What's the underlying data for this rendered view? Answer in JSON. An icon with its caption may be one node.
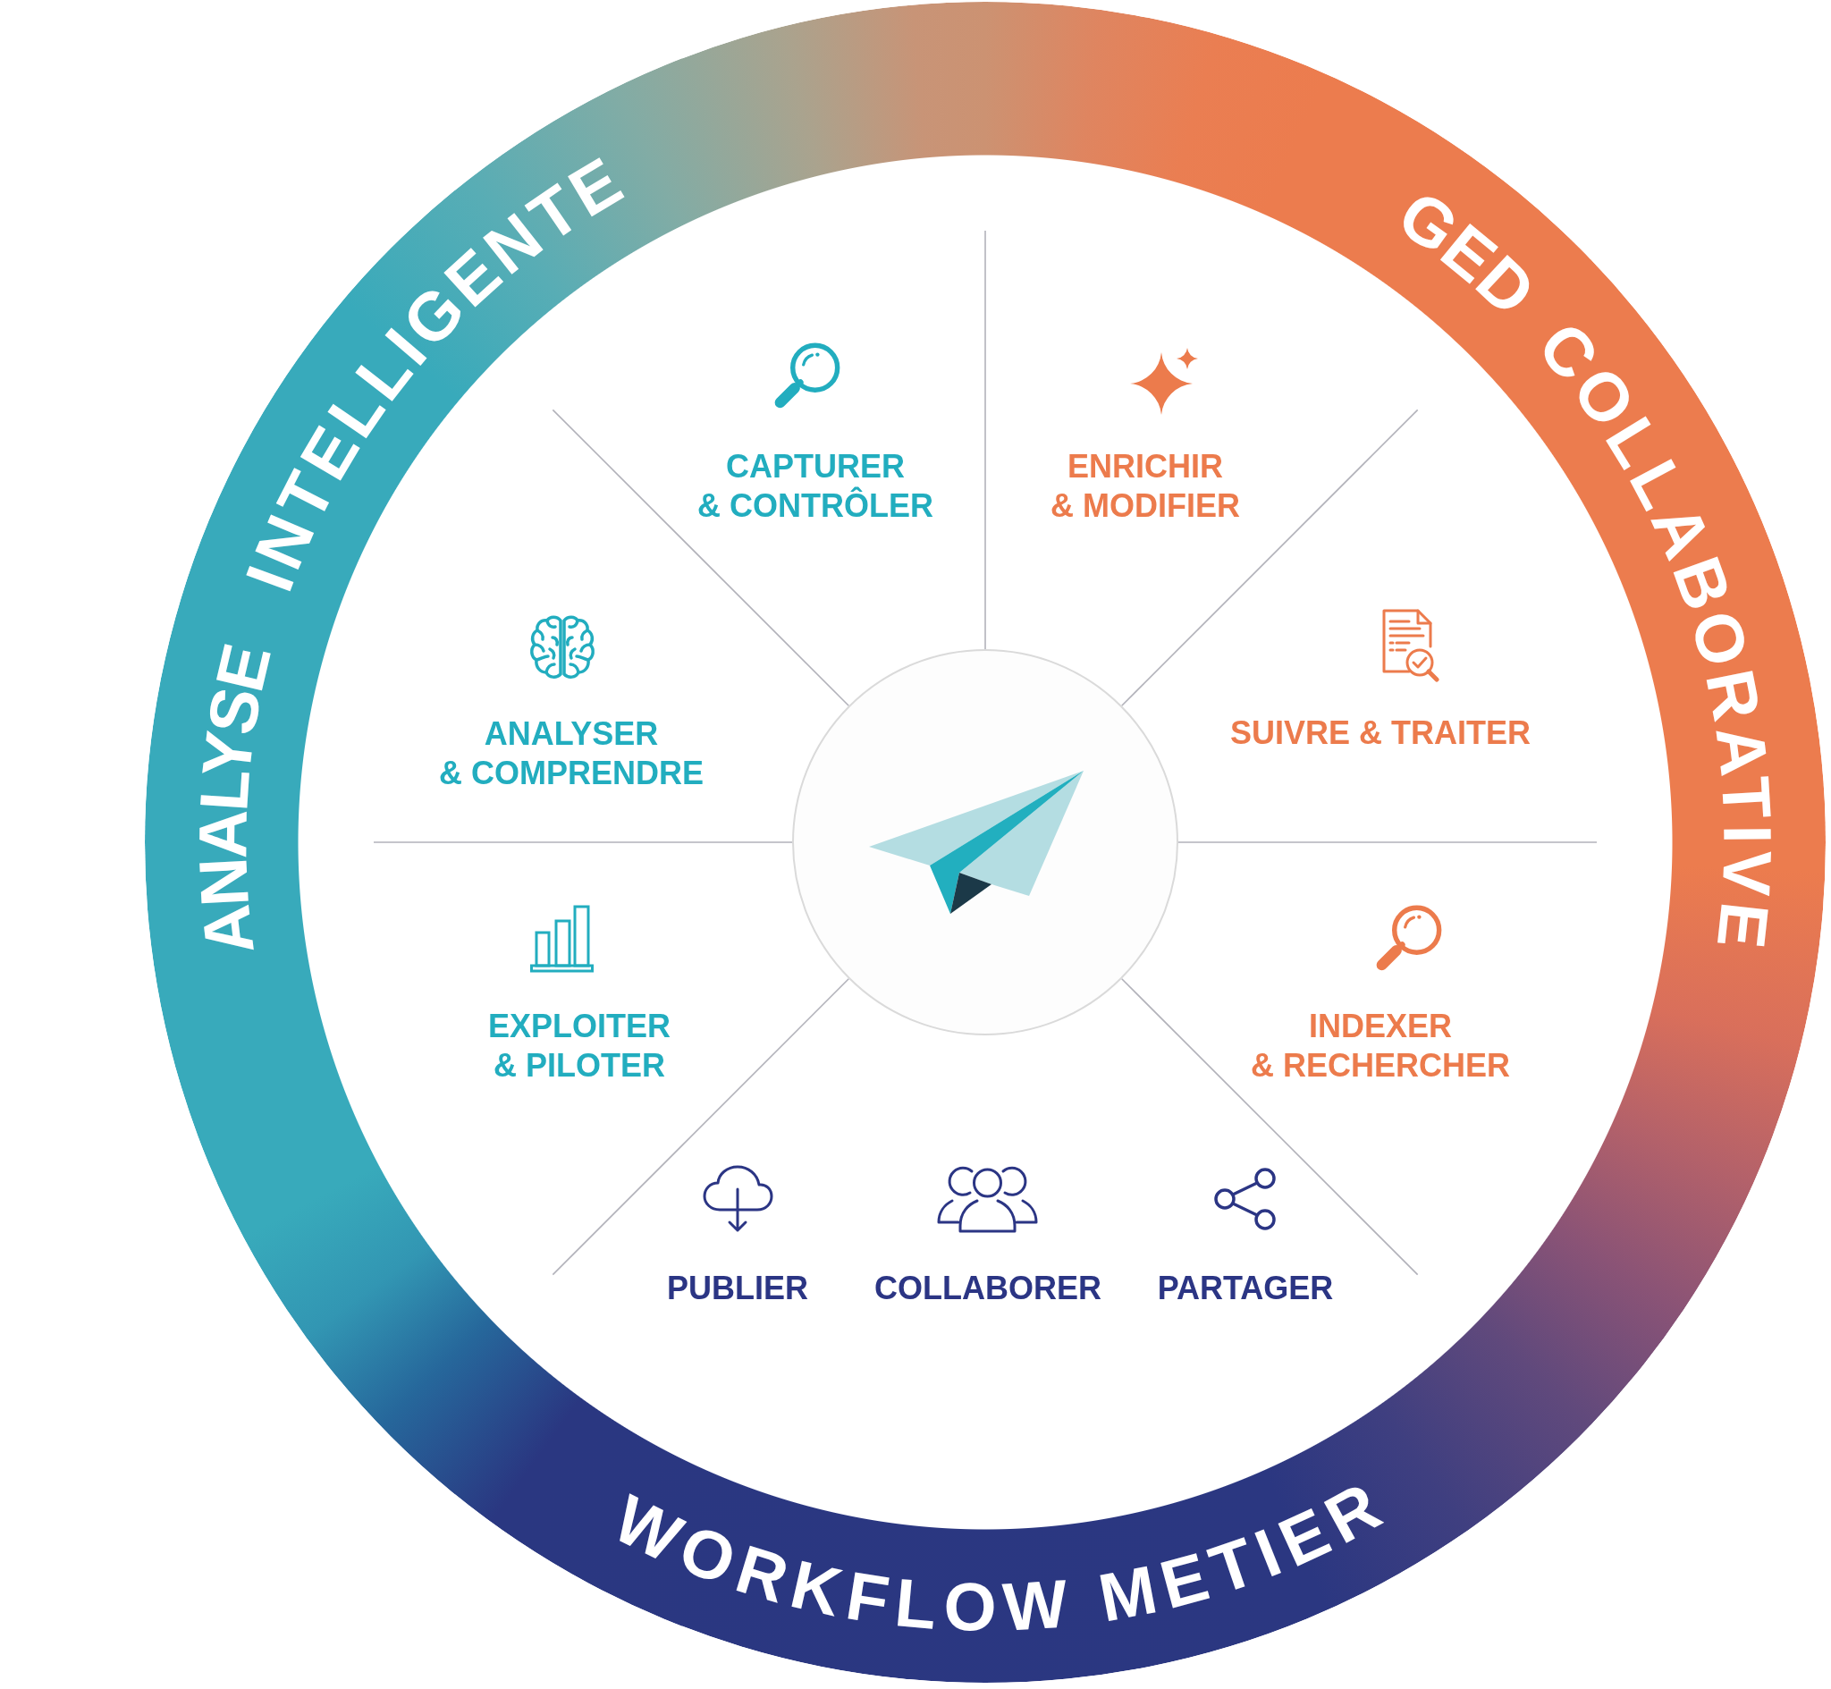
{
  "diagram": {
    "labels": [
      "ANALYSE",
      "INTELLIGENTE",
      "GED",
      "COLLABORATIVE",
      "CAPTURER & CONTRÔLER",
      "ENRICHIR & MODIFIER",
      "ANALYSER & COMPRENDRE",
      "SUIVRE & TRAITER",
      "EXPLOITER & PILOTER",
      "INDEXER & RECHERCHER",
      "PUBLIER",
      "COLLABORER",
      "PARTAGER",
      "WORKFLOW METIER"
    ]
  }
}
